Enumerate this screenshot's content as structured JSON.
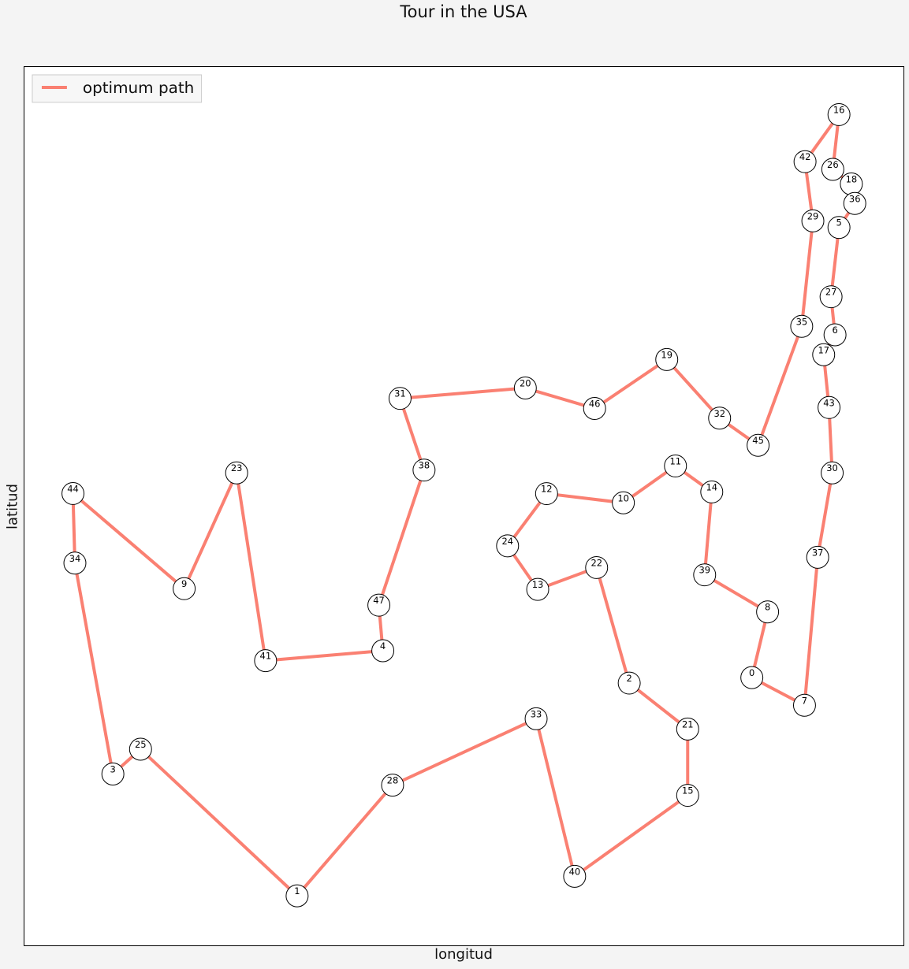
{
  "chart_data": {
    "type": "line",
    "title": "Tour in the USA",
    "xlabel": "longitud",
    "ylabel": "latitud",
    "grid": false,
    "legend_placement": "top-left",
    "xlim": [
      0,
      1000
    ],
    "ylim": [
      0,
      1000
    ],
    "series": [
      {
        "name": "optimum path",
        "color": "#fa8072"
      }
    ],
    "nodes": [
      {
        "id": "0",
        "x": 827.5,
        "y": 304.8
      },
      {
        "id": "1",
        "x": 310.2,
        "y": 56.4
      },
      {
        "id": "2",
        "x": 688.0,
        "y": 298.6
      },
      {
        "id": "3",
        "x": 100.6,
        "y": 195.1
      },
      {
        "id": "4",
        "x": 407.7,
        "y": 335.4
      },
      {
        "id": "5",
        "x": 926.6,
        "y": 817.3
      },
      {
        "id": "6",
        "x": 922.1,
        "y": 695.1
      },
      {
        "id": "7",
        "x": 887.4,
        "y": 273.3
      },
      {
        "id": "8",
        "x": 845.4,
        "y": 379.6
      },
      {
        "id": "9",
        "x": 181.7,
        "y": 406.1
      },
      {
        "id": "10",
        "x": 681.3,
        "y": 503.8
      },
      {
        "id": "11",
        "x": 740.6,
        "y": 545.8
      },
      {
        "id": "12",
        "x": 594.0,
        "y": 514.3
      },
      {
        "id": "13",
        "x": 583.9,
        "y": 405.3
      },
      {
        "id": "14",
        "x": 781.9,
        "y": 516.2
      },
      {
        "id": "15",
        "x": 754.5,
        "y": 170.8
      },
      {
        "id": "16",
        "x": 926.6,
        "y": 945.8
      },
      {
        "id": "17",
        "x": 909.2,
        "y": 672.4
      },
      {
        "id": "18",
        "x": 940.7,
        "y": 866.8
      },
      {
        "id": "19",
        "x": 730.7,
        "y": 666.9
      },
      {
        "id": "20",
        "x": 569.8,
        "y": 634.5
      },
      {
        "id": "21",
        "x": 754.5,
        "y": 246.3
      },
      {
        "id": "22",
        "x": 650.9,
        "y": 430.1
      },
      {
        "id": "23",
        "x": 241.4,
        "y": 537.9
      },
      {
        "id": "24",
        "x": 549.6,
        "y": 454.8
      },
      {
        "id": "25",
        "x": 132.1,
        "y": 223.3
      },
      {
        "id": "26",
        "x": 919.6,
        "y": 883.4
      },
      {
        "id": "27",
        "x": 917.6,
        "y": 738.4
      },
      {
        "id": "28",
        "x": 418.8,
        "y": 182.4
      },
      {
        "id": "29",
        "x": 896.9,
        "y": 824.8
      },
      {
        "id": "30",
        "x": 918.9,
        "y": 537.9
      },
      {
        "id": "31",
        "x": 427.3,
        "y": 622.7
      },
      {
        "id": "32",
        "x": 790.8,
        "y": 600.2
      },
      {
        "id": "33",
        "x": 582.1,
        "y": 258.0
      },
      {
        "id": "34",
        "x": 57.4,
        "y": 435.2
      },
      {
        "id": "35",
        "x": 884.2,
        "y": 704.7
      },
      {
        "id": "36",
        "x": 944.6,
        "y": 844.6
      },
      {
        "id": "37",
        "x": 902.4,
        "y": 441.8
      },
      {
        "id": "38",
        "x": 454.6,
        "y": 541.1
      },
      {
        "id": "39",
        "x": 773.8,
        "y": 421.8
      },
      {
        "id": "40",
        "x": 625.9,
        "y": 78.6
      },
      {
        "id": "41",
        "x": 274.3,
        "y": 324.1
      },
      {
        "id": "42",
        "x": 888.0,
        "y": 892.2
      },
      {
        "id": "43",
        "x": 915.3,
        "y": 612.3
      },
      {
        "id": "44",
        "x": 55.2,
        "y": 514.4
      },
      {
        "id": "45",
        "x": 834.6,
        "y": 569.3
      },
      {
        "id": "46",
        "x": 648.6,
        "y": 611.2
      },
      {
        "id": "47",
        "x": 403.2,
        "y": 387.3
      }
    ],
    "tour": [
      "16",
      "42",
      "29",
      "35",
      "45",
      "32",
      "19",
      "46",
      "20",
      "31",
      "38",
      "47",
      "4",
      "41",
      "23",
      "9",
      "44",
      "34",
      "3",
      "25",
      "1",
      "28",
      "33",
      "40",
      "15",
      "21",
      "2",
      "22",
      "13",
      "24",
      "12",
      "10",
      "11",
      "14",
      "39",
      "8",
      "0",
      "7",
      "37",
      "30",
      "43",
      "17",
      "6",
      "27",
      "5",
      "36",
      "18",
      "26",
      "16"
    ]
  }
}
